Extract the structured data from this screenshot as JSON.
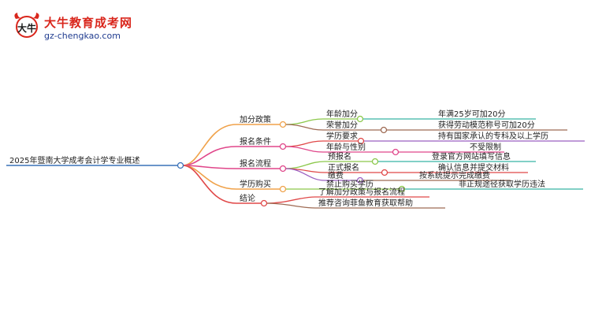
{
  "logo": {
    "mark_text": "大牛",
    "title": "大牛教育成考网",
    "url": "gz-chengkao.com"
  },
  "colors": {
    "root": "#3a72b8",
    "policy": "#f0a24a",
    "conditions": "#e0468a",
    "process": "#e0468a",
    "purchase": "#f0a24a",
    "conclusion": "#e04848",
    "leaf_green": "#8cc84b",
    "leaf_teal": "#37b5a5",
    "leaf_red": "#e04848",
    "leaf_pink": "#e0468a",
    "leaf_purple": "#9b5fc0",
    "leaf_brown": "#9e6a53"
  },
  "mindmap": {
    "root": "2025年暨南大学成考会计学专业概述",
    "branches": [
      {
        "label": "加分政策",
        "items": [
          {
            "label": "年龄加分",
            "detail": "年满25岁可加20分"
          },
          {
            "label": "荣誉加分",
            "detail": "获得劳动模范称号可加20分"
          }
        ]
      },
      {
        "label": "报名条件",
        "items": [
          {
            "label": "学历要求",
            "detail": "持有国家承认的专科及以上学历"
          },
          {
            "label": "年龄与性别",
            "detail": "不受限制"
          }
        ]
      },
      {
        "label": "报名流程",
        "items": [
          {
            "label": "预报名",
            "detail": "登录官方网站填写信息"
          },
          {
            "label": "正式报名",
            "detail": "确认信息并提交材料"
          },
          {
            "label": "缴费",
            "detail": "按系统提示完成缴费"
          }
        ]
      },
      {
        "label": "学历购买",
        "items": [
          {
            "label": "禁止购买学历",
            "detail": "非正规途径获取学历违法"
          }
        ]
      },
      {
        "label": "结论",
        "items": [
          {
            "label": "了解加分政策与报名流程"
          },
          {
            "label": "推荐咨询菲鱼教育获取帮助"
          }
        ]
      }
    ]
  }
}
